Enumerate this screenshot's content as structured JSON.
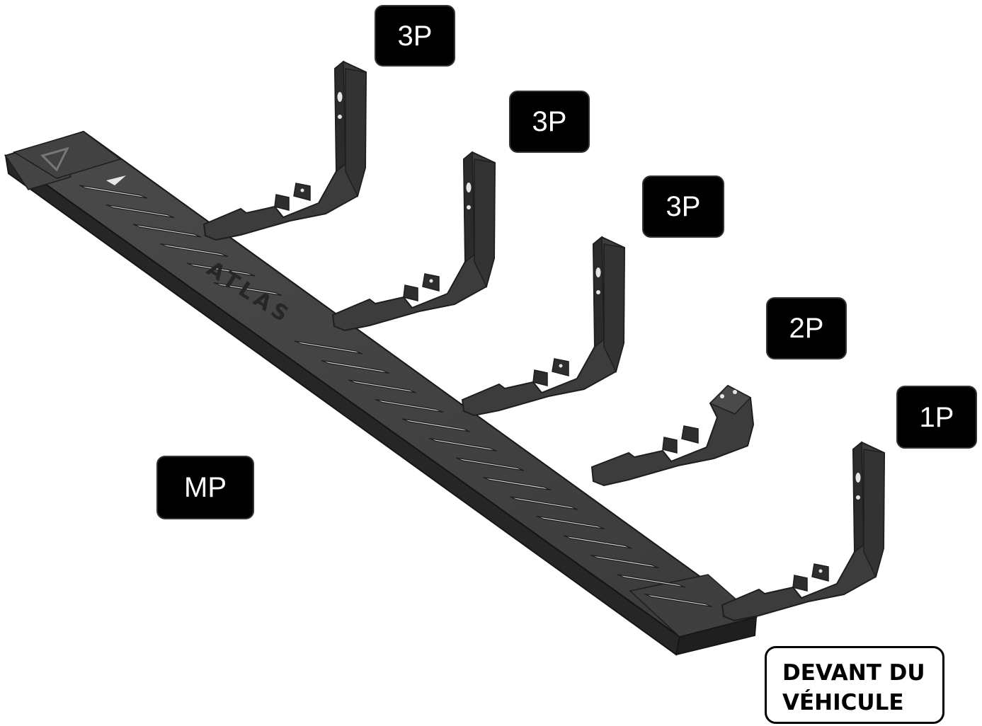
{
  "labels": {
    "bracket_1": "3P",
    "bracket_2": "3P",
    "bracket_3": "3P",
    "bracket_4": "2P",
    "bracket_5": "1P",
    "main_piece": "MP"
  },
  "board_logo_text": "ATLAS",
  "front_note": {
    "line1": "DEVANT DU",
    "line2": "VÉHICULE"
  },
  "colors": {
    "part_fill": "#3a3a3a",
    "part_dark": "#232323",
    "part_light": "#5a5a5a",
    "slot_fill": "#dcdcdc",
    "label_bg": "#000000",
    "label_text": "#ffffff"
  }
}
